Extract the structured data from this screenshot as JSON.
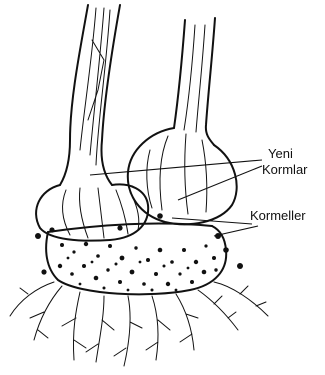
{
  "labels": {
    "new_corms_line1": "Yeni",
    "new_corms_line2": "Kormlar",
    "cormels": "Kormeller"
  },
  "colors": {
    "ink": "#111111",
    "background": "#ffffff"
  }
}
